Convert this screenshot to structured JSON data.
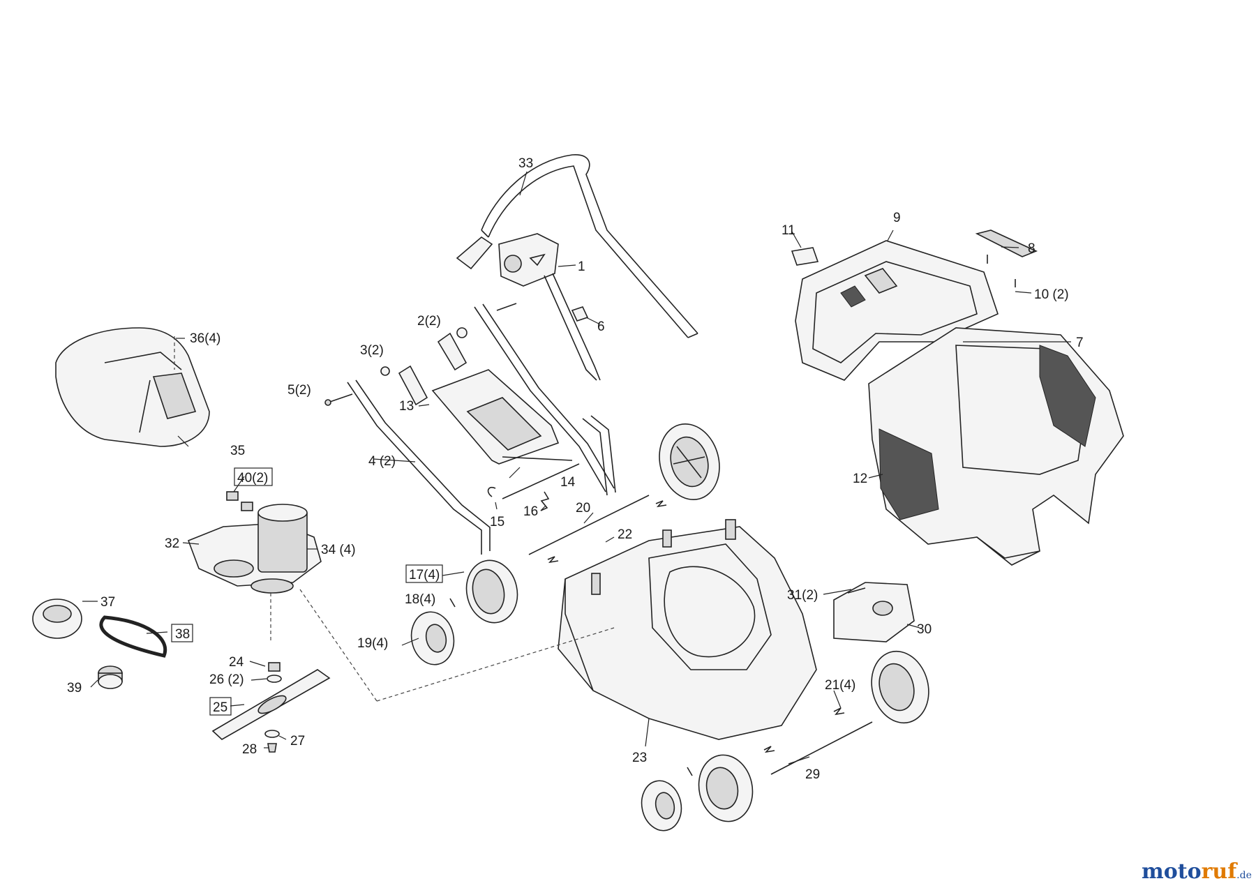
{
  "labels": {
    "p1": "1",
    "p2": "2(2)",
    "p3": "3(2)",
    "p4": "4 (2)",
    "p5": "5(2)",
    "p6": "6",
    "p7": "7",
    "p8": "8",
    "p9": "9",
    "p10": "10 (2)",
    "p11": "11",
    "p12": "12",
    "p13": "13",
    "p14": "14",
    "p15": "15",
    "p16": "16",
    "p17": "17(4)",
    "p18": "18(4)",
    "p19": "19(4)",
    "p20": "20",
    "p21": "21(4)",
    "p22": "22",
    "p23": "23",
    "p24": "24",
    "p25": "25",
    "p26": "26 (2)",
    "p27": "27",
    "p28": "28",
    "p29": "29",
    "p30": "30",
    "p31": "31(2)",
    "p32": "32",
    "p33": "33",
    "p34": "34 (4)",
    "p35": "35",
    "p36": "36(4)",
    "p37": "37",
    "p38": "38",
    "p39": "39",
    "p40": "40(2)"
  },
  "watermark": {
    "part1": "moto",
    "part2": "ruf",
    "part3": ".de"
  }
}
